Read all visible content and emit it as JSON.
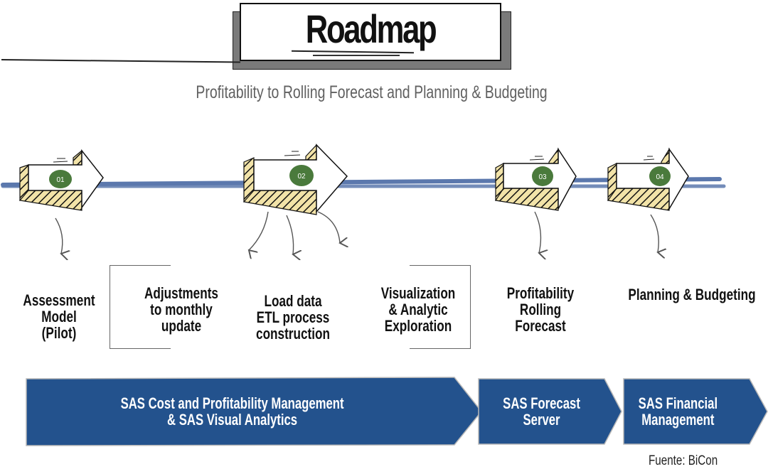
{
  "header": {
    "title": "Roadmap",
    "subtitle": "Profitability to Rolling Forecast and Planning & Budgeting"
  },
  "milestones": [
    {
      "number": "01",
      "color": "#4a7a3c"
    },
    {
      "number": "02",
      "color": "#4a7a3c"
    },
    {
      "number": "03",
      "color": "#4a7a3c"
    },
    {
      "number": "04",
      "color": "#4a7a3c"
    }
  ],
  "activities": [
    {
      "label": "Assessment\nModel\n(Pilot)",
      "milestone": "01"
    },
    {
      "label": "Adjustments\nto monthly\nupdate",
      "milestone": "02"
    },
    {
      "label": "Load data\nETL process\nconstruction",
      "milestone": "02"
    },
    {
      "label": "Visualization\n& Analytic\nExploration",
      "milestone": "02"
    },
    {
      "label": "Profitability\nRolling\nForecast",
      "milestone": "03"
    },
    {
      "label": "Planning & Budgeting",
      "milestone": "04"
    }
  ],
  "products": [
    {
      "label": "SAS Cost and Profitability Management\n& SAS Visual Analytics"
    },
    {
      "label": "SAS Forecast\nServer"
    },
    {
      "label": "SAS Financial\nManagement"
    }
  ],
  "colors": {
    "timeline": "#5b78ad",
    "product_fill": "#23528d",
    "badge": "#4a7a3c",
    "hatch": "#f2e3a8"
  },
  "footer": {
    "source": "Fuente: BiCon"
  }
}
